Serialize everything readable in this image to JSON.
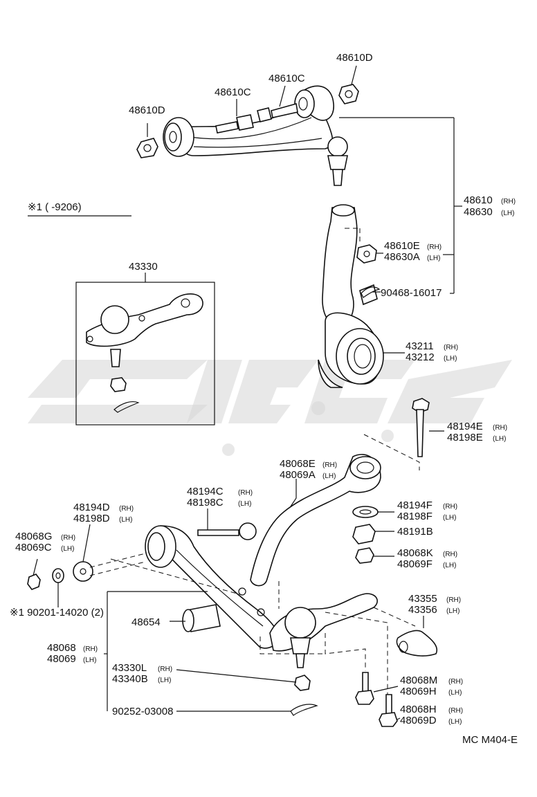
{
  "diagram": {
    "title_ref": "MC M404-E",
    "note": "※1 (        -9206)",
    "labels": {
      "p48610D_left": "48610D",
      "p48610C_left": "48610C",
      "p48610C_right": "48610C",
      "p48610D_right": "48610D",
      "p48610": "48610",
      "p48610_side": "(RH)",
      "p48630": "48630",
      "p48630_side": "(LH)",
      "p48610E": "48610E",
      "p48610E_side": "(RH)",
      "p48630A": "48630A",
      "p48630A_side": "(LH)",
      "p90468": "90468-16017",
      "p43330": "43330",
      "p43211": "43211",
      "p43211_side": "(RH)",
      "p43212": "43212",
      "p43212_side": "(LH)",
      "p48194E": "48194E",
      "p48194E_side": "(RH)",
      "p48198E": "48198E",
      "p48198E_side": "(LH)",
      "p48068E": "48068E",
      "p48068E_side": "(RH)",
      "p48069A": "48069A",
      "p48069A_side": "(LH)",
      "p48194C": "48194C",
      "p48194C_side": "(RH)",
      "p48198C": "48198C",
      "p48198C_side": "(LH)",
      "p48194D": "48194D",
      "p48194D_side": "(RH)",
      "p48198D": "48198D",
      "p48198D_side": "(LH)",
      "p48068G": "48068G",
      "p48068G_side": "(RH)",
      "p48069C": "48069C",
      "p48069C_side": "(LH)",
      "p90201": "※1 90201-14020 (2)",
      "p48654": "48654",
      "p48068": "48068",
      "p48068_side": "(RH)",
      "p48069": "48069",
      "p48069_side": "(LH)",
      "p43330L": "43330L",
      "p43330L_side": "(RH)",
      "p43340B": "43340B",
      "p43340B_side": "(LH)",
      "p90252": "90252-03008",
      "p48194F": "48194F",
      "p48194F_side": "(RH)",
      "p48198F": "48198F",
      "p48198F_side": "(LH)",
      "p48191B": "48191B",
      "p48068K": "48068K",
      "p48068K_side": "(RH)",
      "p48069F": "48069F",
      "p48069F_side": "(LH)",
      "p43355": "43355",
      "p43355_side": "(RH)",
      "p43356": "43356",
      "p43356_side": "(LH)",
      "p48068M": "48068M",
      "p48068M_side": "(RH)",
      "p48069H": "48069H",
      "p48069H_side": "(LH)",
      "p48068H": "48068H",
      "p48068H_side": "(RH)",
      "p48069D": "48069D",
      "p48069D_side": "(LH)"
    }
  }
}
